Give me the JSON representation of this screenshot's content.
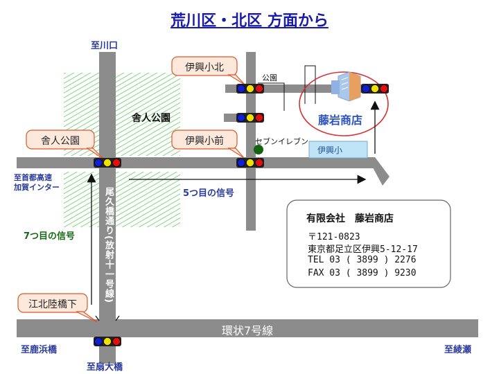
{
  "title": "荒川区・北区 方面から",
  "labels": {
    "to_kawaguchi": "至川口",
    "toneri_park": "舎人公園",
    "to_shuto_expressway": "至首都高速",
    "kaga_interchange": "加賀インター",
    "fifth_signal": "5つ目の信号",
    "seventh_signal": "7つ目の信号",
    "road_vertical": "尾久橋通り(放射十一号線)",
    "ring_road": "環状7号線",
    "to_shikahamabashi": "至鹿浜橋",
    "to_ogibashi": "至扇大橋",
    "to_ayase": "至綾瀬",
    "park": "公園",
    "seven_eleven": "セブンイレブン",
    "school": "伊興小",
    "store_name": "藤岩商店"
  },
  "callouts": {
    "ikoshou_kita": "伊興小北",
    "toneri_koen": "舎人公園",
    "ikoshou_mae": "伊興小前",
    "kohoku_rikkyoshita": "江北陸橋下"
  },
  "info": {
    "company": "有限会社　藤岩商店",
    "postal": "〒121-0823",
    "address": "東京都足立区伊興5-12-17",
    "tel": "TEL 03 ( 3899 ) 2276",
    "fax": "FAX 03 ( 3899 ) 9230"
  },
  "colors": {
    "road": "#8c8c8c",
    "title": "#1a1aa8",
    "hatch": "#3fbf3f",
    "callout_fill": "#fde8dc",
    "callout_border": "#d9572a",
    "target_circle": "#d63030",
    "signal_red": "#e01010",
    "signal_yellow": "#f0e000",
    "signal_blue": "#1020d0"
  }
}
